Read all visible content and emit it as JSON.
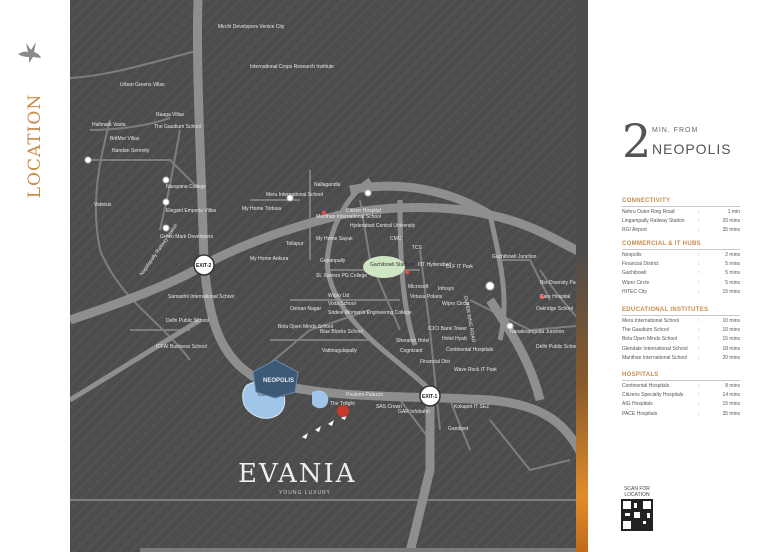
{
  "brand": {
    "side_title": "LOCATION",
    "logo_name": "EVANIA",
    "logo_tagline": "YOUNG LUXURY"
  },
  "headline": {
    "number": "2",
    "prefix": "MIN. FROM",
    "place": "NEOPOLIS"
  },
  "sections": [
    {
      "title": "CONNECTIVITY",
      "rows": [
        {
          "name": "Nehru Outer Ring Road",
          "time": "1 min"
        },
        {
          "name": "Lingampally Railway Station",
          "time": "20 mins"
        },
        {
          "name": "RGI Airport",
          "time": "35 mins"
        }
      ]
    },
    {
      "title": "COMMERCIAL & IT HUBS",
      "rows": [
        {
          "name": "Neopolis",
          "time": "2 mins"
        },
        {
          "name": "Financial District",
          "time": "5 mins"
        },
        {
          "name": "Gachibowli",
          "time": "5 mins"
        },
        {
          "name": "Wipro Circle",
          "time": "5 mins"
        },
        {
          "name": "HITEC City",
          "time": "15 mins"
        }
      ]
    },
    {
      "title": "EDUCATIONAL INSTITUTES",
      "rows": [
        {
          "name": "Meru International School",
          "time": "10 mins"
        },
        {
          "name": "The Gaudium School",
          "time": "10 mins"
        },
        {
          "name": "Birla Open Minds School",
          "time": "15 mins"
        },
        {
          "name": "Glendale International School",
          "time": "18 mins"
        },
        {
          "name": "Manthan International School",
          "time": "20 mins"
        }
      ]
    },
    {
      "title": "HOSPITALS",
      "rows": [
        {
          "name": "Continental Hospitals",
          "time": "8 mins"
        },
        {
          "name": "Citizens Specialty Hospitals",
          "time": "14 mins"
        },
        {
          "name": "AIG Hospitals",
          "time": "15 mins"
        },
        {
          "name": "PACE Hospitals",
          "time": "35 mins"
        }
      ]
    }
  ],
  "scan": {
    "line1": "SCAN FOR",
    "line2": "LOCATION"
  },
  "map": {
    "exit_left": "EXIT-2",
    "exit_right": "EXIT-1",
    "highlight": "NEOPOLIS",
    "lake": "Osman Sagar",
    "stadium": "Gachibowli Stadium",
    "labels": [
      {
        "id": "mirchi",
        "text": "Mirchi Developers Venice City"
      },
      {
        "id": "icrisat",
        "text": "International Crops Research Institute"
      },
      {
        "id": "urban",
        "text": "Urban Greens Villas"
      },
      {
        "id": "raaga",
        "text": "Raaga Villas"
      },
      {
        "id": "hallmark",
        "text": "Hallmark Vasta"
      },
      {
        "id": "gaudium",
        "text": "The Gaudium School"
      },
      {
        "id": "britmor",
        "text": "BritMor Villas"
      },
      {
        "id": "nandan",
        "text": "Nandan Serenity"
      },
      {
        "id": "narayana",
        "text": "Narayana College"
      },
      {
        "id": "vabrisis",
        "text": "Vabrisis"
      },
      {
        "id": "elegant",
        "text": "Elegant Emperia Villas"
      },
      {
        "id": "greenmark",
        "text": "Green Mark Developers"
      },
      {
        "id": "nallagandla",
        "text": "Nallagandla"
      },
      {
        "id": "meru",
        "text": "Meru International School"
      },
      {
        "id": "tridasa",
        "text": "My Home Tridasa"
      },
      {
        "id": "manthan",
        "text": "Manthan International School"
      },
      {
        "id": "citizen",
        "text": "Citizen Hospital"
      },
      {
        "id": "hcu",
        "text": "Hyderabad Central University"
      },
      {
        "id": "tellapur",
        "text": "Tellapur"
      },
      {
        "id": "sayuk",
        "text": "My Home Sayuk"
      },
      {
        "id": "ankura",
        "text": "My Home Ankura"
      },
      {
        "id": "gopanpally",
        "text": "Gopanpally"
      },
      {
        "id": "tcs",
        "text": "TCS"
      },
      {
        "id": "cmc",
        "text": "CMC"
      },
      {
        "id": "iiit",
        "text": "IIIT Hyderabad"
      },
      {
        "id": "dlf",
        "text": "DLF IT Park"
      },
      {
        "id": "gachibowli",
        "text": "Gachibowli Junction"
      },
      {
        "id": "biodiv",
        "text": "Bio-Diversity Park"
      },
      {
        "id": "care",
        "text": "Care Hospital"
      },
      {
        "id": "oakridge",
        "text": "Oakridge School"
      },
      {
        "id": "nanakram",
        "text": "Nanakramguda Junction"
      },
      {
        "id": "delhiright",
        "text": "Delhi Public School"
      },
      {
        "id": "nagal",
        "text": "Nagalapally Railway Station"
      },
      {
        "id": "samashti",
        "text": "Samashti International School"
      },
      {
        "id": "dpsleft",
        "text": "Delhi Public School"
      },
      {
        "id": "icfai",
        "text": "ICFAI Business School"
      },
      {
        "id": "xaviers",
        "text": "St. Xaviers PG College"
      },
      {
        "id": "wipro",
        "text": "Wipro Ltd"
      },
      {
        "id": "osman",
        "text": "Osman Nagar"
      },
      {
        "id": "vista",
        "text": "Vista School"
      },
      {
        "id": "sridevi",
        "text": "Sridevi Women's Engineering College"
      },
      {
        "id": "birla",
        "text": "Birla Open Minds School"
      },
      {
        "id": "blueblocks",
        "text": "Blue Blocks School"
      },
      {
        "id": "vattinag",
        "text": "Vattinagulapally"
      },
      {
        "id": "microsoft",
        "text": "Microsoft"
      },
      {
        "id": "infosys",
        "text": "Infosys"
      },
      {
        "id": "virtusa",
        "text": "Virtusa Polaris"
      },
      {
        "id": "wiprocircle",
        "text": "Wipro Circle"
      },
      {
        "id": "icici",
        "text": "ICICI Bank Tower"
      },
      {
        "id": "sheraton",
        "text": "Sheraton Hotel"
      },
      {
        "id": "hyatt",
        "text": "Hotel Hyatt"
      },
      {
        "id": "cognizant",
        "text": "Cognizant"
      },
      {
        "id": "continental",
        "text": "Continental Hospitals"
      },
      {
        "id": "findist",
        "text": "Financial Dist"
      },
      {
        "id": "wave",
        "text": "Wave Rock IT Park"
      },
      {
        "id": "kokapet",
        "text": "Kokapet IT SEZ"
      },
      {
        "id": "gandipet",
        "text": "Gandipet"
      },
      {
        "id": "poulomi",
        "text": "Poulomi Palazzo"
      },
      {
        "id": "sas",
        "text": "SAS Crown"
      },
      {
        "id": "gar",
        "text": "GAR Infobahn"
      },
      {
        "id": "trilight",
        "text": "The Trilight"
      },
      {
        "id": "orr",
        "text": "OUTER RING ROAD"
      }
    ]
  }
}
